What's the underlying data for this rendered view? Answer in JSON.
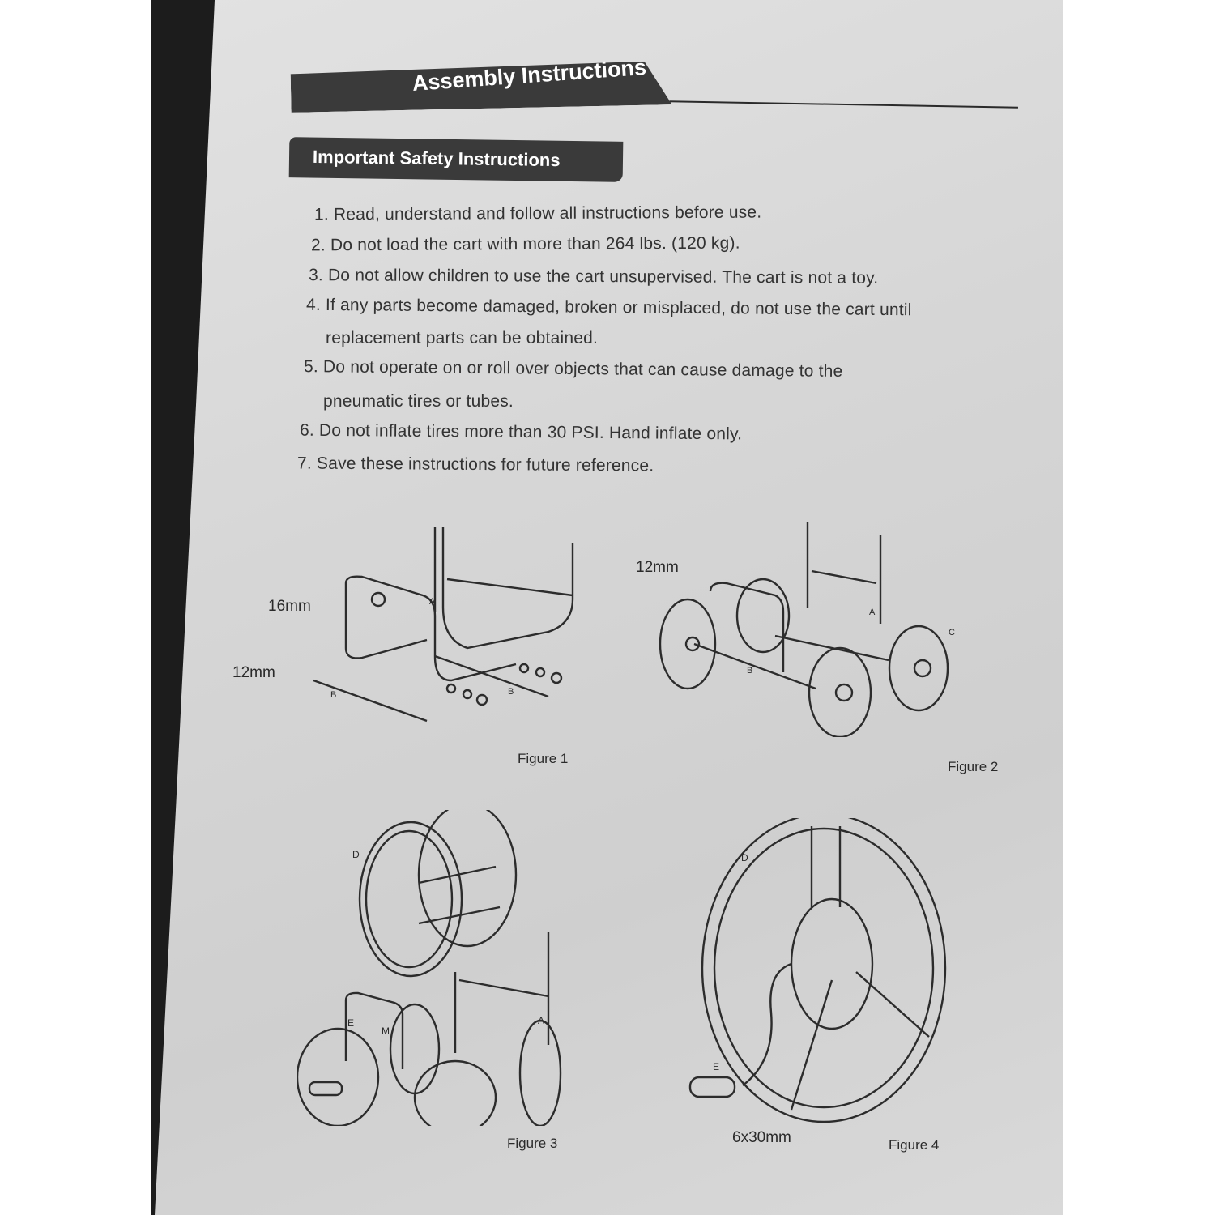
{
  "header": {
    "title": "Assembly Instructions"
  },
  "section": {
    "title": "Important Safety Instructions"
  },
  "instructions": [
    {
      "num": "1.",
      "text": "Read, understand and follow all instructions before use."
    },
    {
      "num": "2.",
      "text": "Do not load the cart with more than 264 lbs. (120 kg)."
    },
    {
      "num": "3.",
      "text": "Do not allow children to use the cart unsupervised. The cart is not a toy."
    },
    {
      "num": "4.",
      "text": "If any parts become damaged, broken or misplaced, do not use the cart until",
      "cont": "replacement parts can be obtained."
    },
    {
      "num": "5.",
      "text": "Do not operate on or roll over objects that can cause damage to the",
      "cont": "pneumatic tires or tubes."
    },
    {
      "num": "6.",
      "text": "Do not inflate tires more than 30 PSI. Hand inflate only."
    },
    {
      "num": "7.",
      "text": "Save these instructions for future reference."
    }
  ],
  "figures": [
    {
      "caption": "Figure 1",
      "labels": {
        "nut_16": "16mm",
        "nut_12": "12mm",
        "part_a": "A",
        "part_b1": "B",
        "part_b2": "B"
      }
    },
    {
      "caption": "Figure 2",
      "labels": {
        "nut_12": "12mm",
        "part_a": "A",
        "part_b": "B",
        "part_c": "C"
      }
    },
    {
      "caption": "Figure 3",
      "labels": {
        "part_d": "D",
        "part_e": "E",
        "part_m": "M",
        "part_a": "A"
      }
    },
    {
      "caption": "Figure 4",
      "labels": {
        "part_d": "D",
        "part_e": "E",
        "bolt": "6x30mm"
      }
    }
  ]
}
